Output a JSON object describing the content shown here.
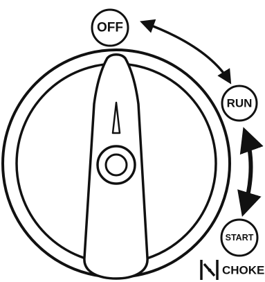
{
  "positions": {
    "off": "OFF",
    "run": "RUN",
    "start": "START"
  },
  "choke_label": "CHOKE",
  "choke_icon": "choke-lever-icon",
  "colors": {
    "line": "#111111",
    "background": "#ffffff"
  }
}
